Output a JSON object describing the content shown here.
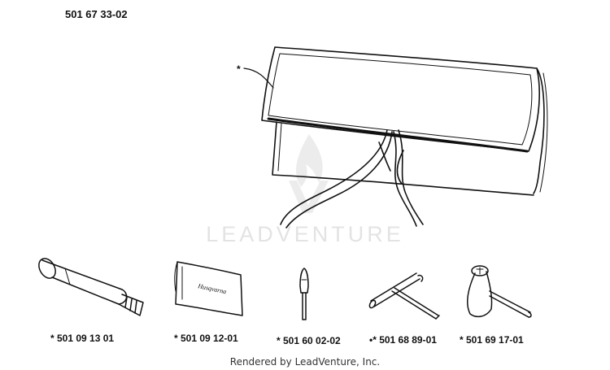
{
  "kit_part_number": "501 67 33-02",
  "callout_marker": "*",
  "parts": [
    {
      "id": "plug-wrench",
      "label": "* 501 09 13 01"
    },
    {
      "id": "tool-bag",
      "label": "* 501 09 12-01"
    },
    {
      "id": "screwdriver",
      "label": "* 501 60 02-02"
    },
    {
      "id": "t-wrench",
      "label": "•* 501 68 89-01"
    },
    {
      "id": "combination-wrench",
      "label": "* 501 69 17-01"
    }
  ],
  "tool_bag_print": "Husqvarna",
  "watermark_text": "LEADVENTURE",
  "footer": "Rendered by LeadVenture, Inc.",
  "colors": {
    "ink": "#111111",
    "watermark": "#e6e6e6"
  }
}
